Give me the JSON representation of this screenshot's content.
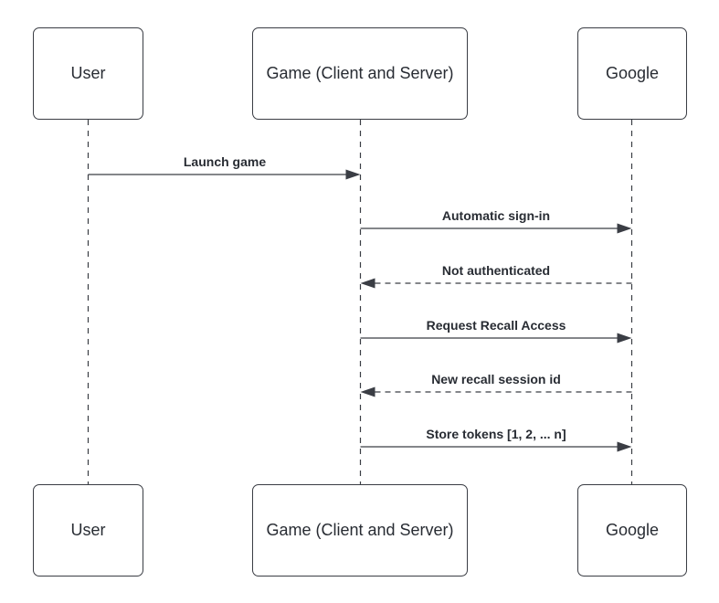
{
  "colors": {
    "stroke": "#3a3d44",
    "text": "#282c33",
    "background": "#ffffff"
  },
  "participants": [
    {
      "id": "user",
      "label": "User"
    },
    {
      "id": "game",
      "label": "Game (Client and Server)"
    },
    {
      "id": "google",
      "label": "Google"
    }
  ],
  "messages": [
    {
      "from": "user",
      "to": "game",
      "label": "Launch game",
      "style": "solid"
    },
    {
      "from": "game",
      "to": "google",
      "label": "Automatic sign-in",
      "style": "solid"
    },
    {
      "from": "google",
      "to": "game",
      "label": "Not authenticated",
      "style": "dashed"
    },
    {
      "from": "game",
      "to": "google",
      "label": "Request Recall Access",
      "style": "solid"
    },
    {
      "from": "google",
      "to": "game",
      "label": "New recall session id",
      "style": "dashed"
    },
    {
      "from": "game",
      "to": "google",
      "label": "Store tokens [1, 2, ... n]",
      "style": "solid"
    }
  ]
}
